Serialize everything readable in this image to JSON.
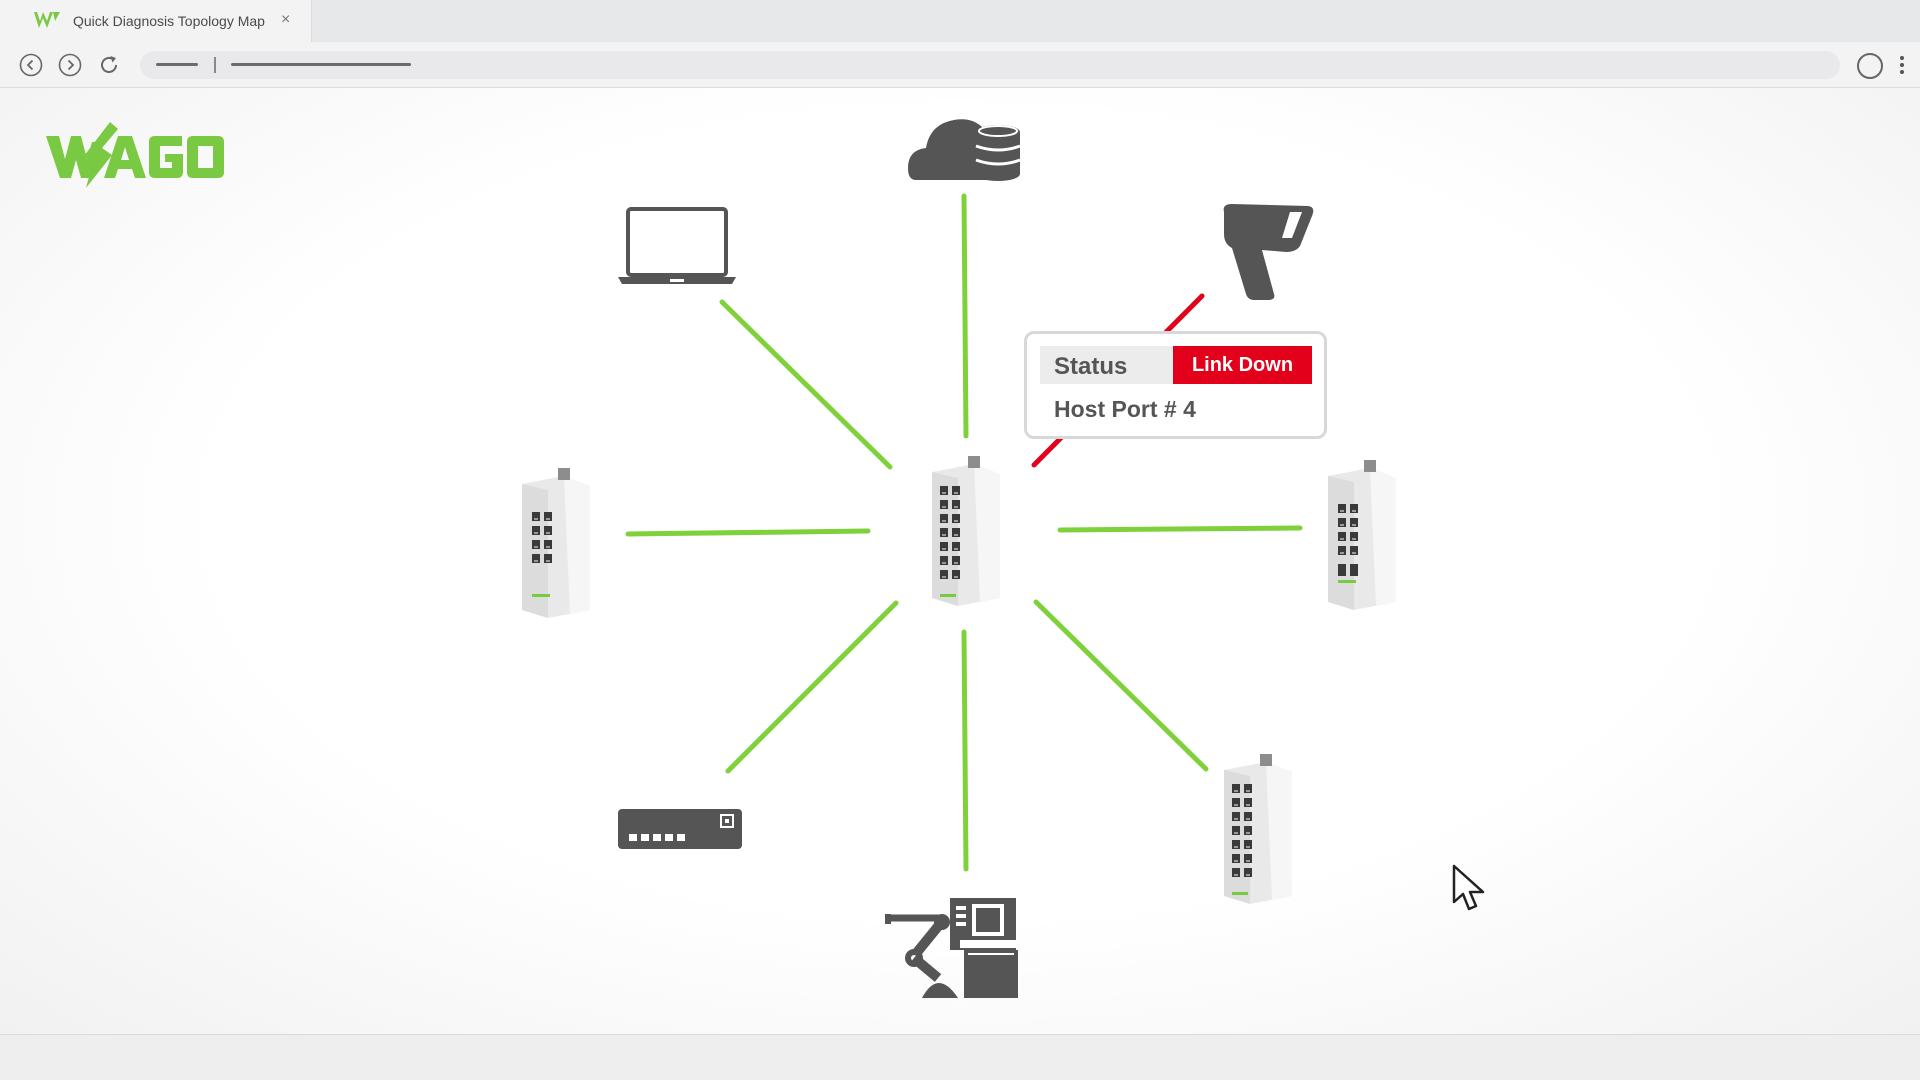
{
  "browser": {
    "tab_title": "Quick Diagnosis Topology Map",
    "tab_close_glyph": "×",
    "icons": [
      "back-icon",
      "forward-icon",
      "reload-icon",
      "profile-icon",
      "menu-icon"
    ]
  },
  "logo": {
    "text": "WAGO",
    "color": "#7ac943"
  },
  "topology": {
    "link_ok_color": "#7fd13b",
    "link_down_color": "#e2001a",
    "hub": "managed-switch",
    "nodes": [
      {
        "id": "cloud-database",
        "icon": "cloud-database-icon",
        "link": "up"
      },
      {
        "id": "barcode-scanner",
        "icon": "barcode-scanner-icon",
        "link": "down"
      },
      {
        "id": "switch-right",
        "icon": "switch-icon",
        "link": "up"
      },
      {
        "id": "switch-lower-right",
        "icon": "switch-icon",
        "link": "up"
      },
      {
        "id": "robot-workstation",
        "icon": "robot-workstation-icon",
        "link": "up"
      },
      {
        "id": "desktop-switch",
        "icon": "desktop-switch-icon",
        "link": "up"
      },
      {
        "id": "switch-left",
        "icon": "switch-icon",
        "link": "up"
      },
      {
        "id": "laptop",
        "icon": "laptop-icon",
        "link": "up"
      }
    ]
  },
  "status_popup": {
    "label": "Status",
    "value": "Link Down",
    "port": "Host Port # 4"
  }
}
